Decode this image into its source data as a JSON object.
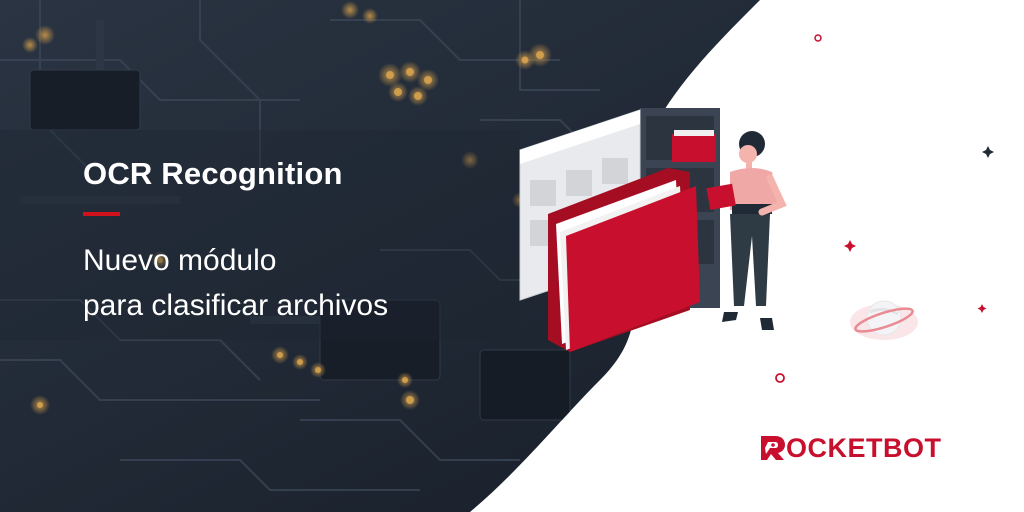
{
  "hero": {
    "title": "OCR Recognition",
    "subtitle_lines": [
      "Nuevo módulo",
      "para clasificar archivos"
    ]
  },
  "brand": {
    "text": "OCKETBOT",
    "initial_icon": "r-rocket-logo-icon",
    "color": "#c8102e"
  },
  "illustration": {
    "icons": [
      "window-icon",
      "folder-icon",
      "file-cabinet-icon",
      "woman-figure",
      "planet-icon",
      "sparkle-icon"
    ],
    "accent_color": "#c8102e",
    "dark_bg_color": "#1f2a36"
  }
}
